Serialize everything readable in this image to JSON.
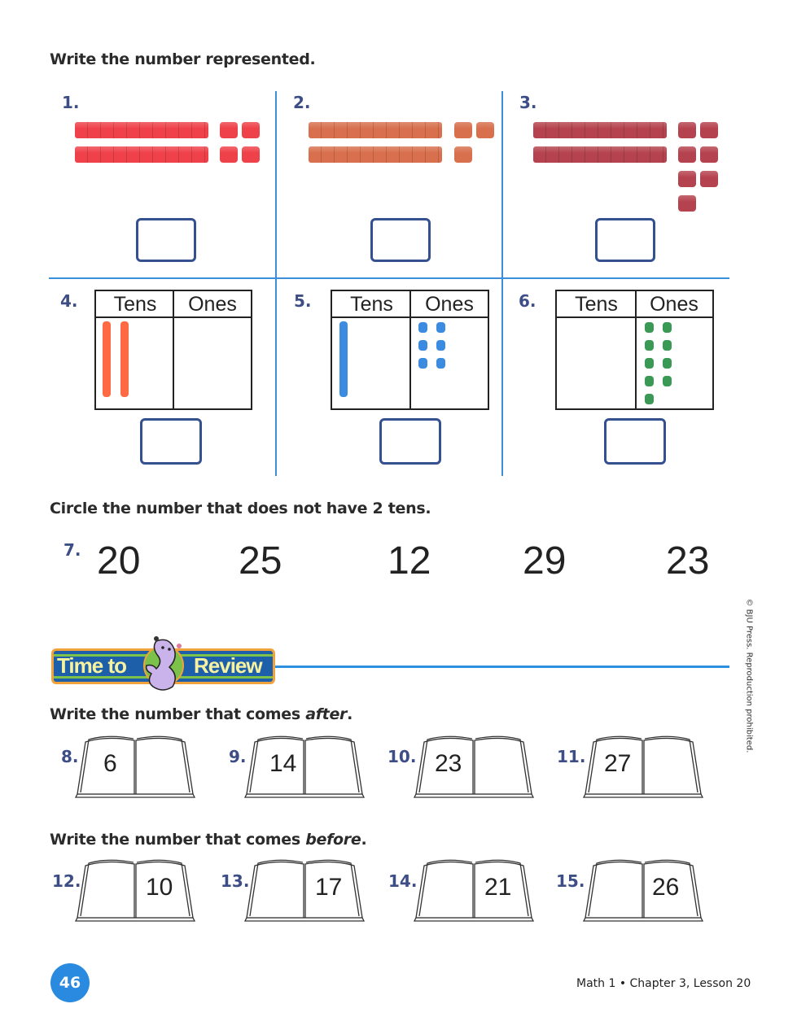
{
  "section1": {
    "heading": "Write the number represented.",
    "problems": [
      {
        "label": "1.",
        "tens": 2,
        "ones": 4,
        "color": "#ef4149"
      },
      {
        "label": "2.",
        "tens": 2,
        "ones": 3,
        "color": "#d8704e"
      },
      {
        "label": "3.",
        "tens": 2,
        "ones": 7,
        "color": "#b5434f"
      },
      {
        "label": "4.",
        "tens": 2,
        "ones": 0,
        "color": "#ff6a44"
      },
      {
        "label": "5.",
        "tens": 1,
        "ones": 6,
        "color": "#3b8be0"
      },
      {
        "label": "6.",
        "tens": 0,
        "ones": 9,
        "color": "#3a9a55"
      }
    ],
    "col_tens": "Tens",
    "col_ones": "Ones"
  },
  "section2": {
    "heading": "Circle the number that does not have 2 tens.",
    "label": "7.",
    "choices": [
      "20",
      "25",
      "12",
      "29",
      "23"
    ]
  },
  "review": {
    "banner_left": "Time to",
    "banner_right": "Review",
    "accent": "#2d8fe0"
  },
  "after": {
    "heading_prefix": "Write the number that comes ",
    "heading_em": "after",
    "heading_suffix": ".",
    "items": [
      {
        "label": "8.",
        "value": "6"
      },
      {
        "label": "9.",
        "value": "14"
      },
      {
        "label": "10.",
        "value": "23"
      },
      {
        "label": "11.",
        "value": "27"
      }
    ]
  },
  "before": {
    "heading_prefix": "Write the number that comes ",
    "heading_em": "before",
    "heading_suffix": ".",
    "items": [
      {
        "label": "12.",
        "value": "10"
      },
      {
        "label": "13.",
        "value": "17"
      },
      {
        "label": "14.",
        "value": "21"
      },
      {
        "label": "15.",
        "value": "26"
      }
    ]
  },
  "footer": {
    "page_number": "46",
    "course": "Math 1 • Chapter 3, Lesson 20",
    "copyright": "© BJU Press. Reproduction prohibited."
  }
}
